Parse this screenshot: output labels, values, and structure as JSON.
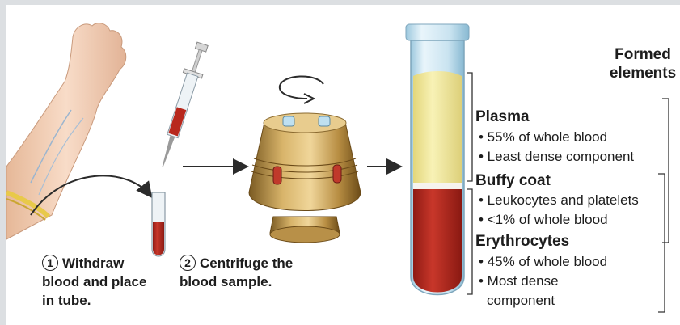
{
  "title": "Formed elements",
  "steps": [
    {
      "number": "1",
      "line1": "Withdraw",
      "line2": "blood and place",
      "line3": "in tube."
    },
    {
      "number": "2",
      "line1": "Centrifuge the",
      "line2": "blood sample."
    }
  ],
  "layers": {
    "plasma": {
      "name": "Plasma",
      "bullets": [
        "• 55% of whole blood",
        "• Least dense component"
      ],
      "color": "#efe79a"
    },
    "buffy_coat": {
      "name": "Buffy coat",
      "bullets": [
        "• Leukocytes and platelets",
        "• <1% of whole blood"
      ],
      "color": "#f6f3ee"
    },
    "erythrocytes": {
      "name": "Erythrocytes",
      "bullets": [
        "• 45% of whole blood",
        "• Most dense",
        "component"
      ],
      "color": "#b3271f"
    }
  },
  "icons": [
    "arm-icon",
    "syringe-icon",
    "test-tube-icon",
    "centrifuge-icon",
    "rotation-arrow-icon",
    "arrow-icon"
  ]
}
